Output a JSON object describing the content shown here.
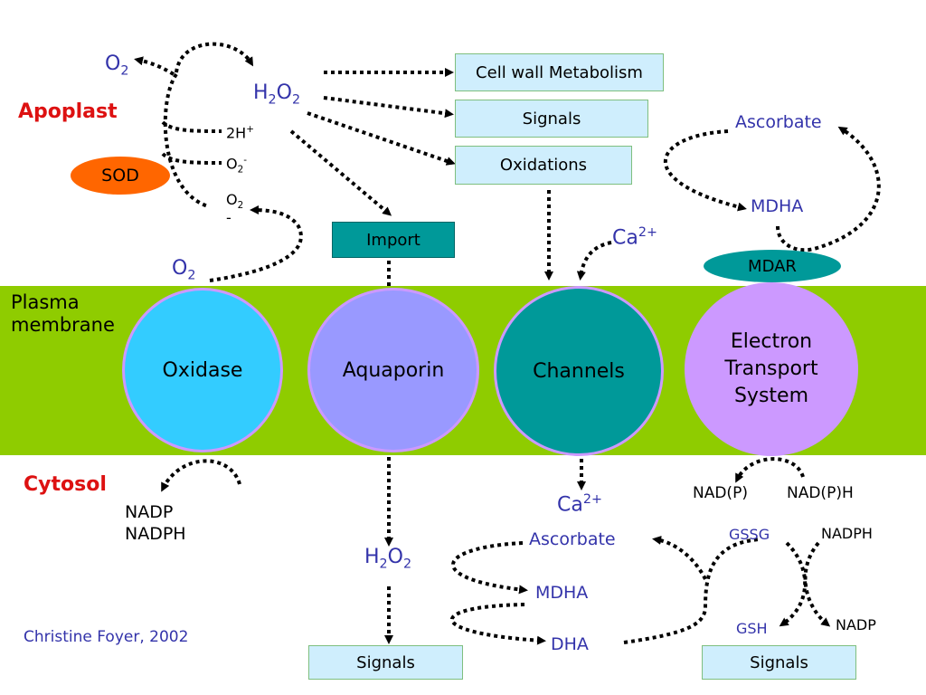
{
  "compartments": {
    "apoplast": "Apoplast",
    "plasma_membrane_line1": "Plasma",
    "plasma_membrane_line2": "membrane",
    "cytosol": "Cytosol"
  },
  "enzymes": {
    "sod": "SOD",
    "mdar": "MDAR",
    "import": "Import"
  },
  "membrane_proteins": {
    "oxidase": "Oxidase",
    "aquaporin": "Aquaporin",
    "channels": "Channels",
    "ets_line1": "Electron",
    "ets_line2": "Transport",
    "ets_line3": "System"
  },
  "apoplast_species": {
    "o2_top": "O",
    "o2_top_sub": "2",
    "h2o2_h": "H",
    "h2o2_sub1": "2",
    "h2o2_o": "O",
    "h2o2_sub2": "2",
    "two_h_plus": "2H",
    "two_h_plus_sup": "+",
    "o2_minus_a": "O",
    "o2_minus_a_sub": "2",
    "o2_minus_a_sup": "-",
    "o2_minus_b": "O",
    "o2_minus_b_sub": "2",
    "o2_minus_b_sup": "-",
    "o2_bottom": "O",
    "o2_bottom_sub": "2",
    "ascorbate": "Ascorbate",
    "mdha": "MDHA",
    "ca": "Ca",
    "ca_sup": "2+"
  },
  "apoplast_outputs": {
    "cell_wall": "Cell wall Metabolism",
    "signals": "Signals",
    "oxidations": "Oxidations"
  },
  "cytosol_species": {
    "nadp": "NADP",
    "nadph": "NADPH",
    "h2o2_h": "H",
    "h2o2_sub1": "2",
    "h2o2_o": "O",
    "h2o2_sub2": "2",
    "ca": "Ca",
    "ca_sup": "2+",
    "ascorbate": "Ascorbate",
    "mdha": "MDHA",
    "dha": "DHA",
    "nadp_paren": "NAD(P)",
    "nadph_paren": "NAD(P)H",
    "gssg": "GSSG",
    "nadph_right": "NADPH",
    "gsh": "GSH",
    "nadp_right": "NADP",
    "signals_left": "Signals",
    "signals_right": "Signals"
  },
  "credit": "Christine Foyer, 2002",
  "colors": {
    "membrane": "#8fcc00",
    "oxidase": "#33ccff",
    "aquaporin": "#9999ff",
    "channels": "#009999",
    "ets": "#cc99ff",
    "sod": "#ff6600",
    "mdar": "#009999",
    "import": "#009999",
    "box_fill": "#cfeefd"
  }
}
